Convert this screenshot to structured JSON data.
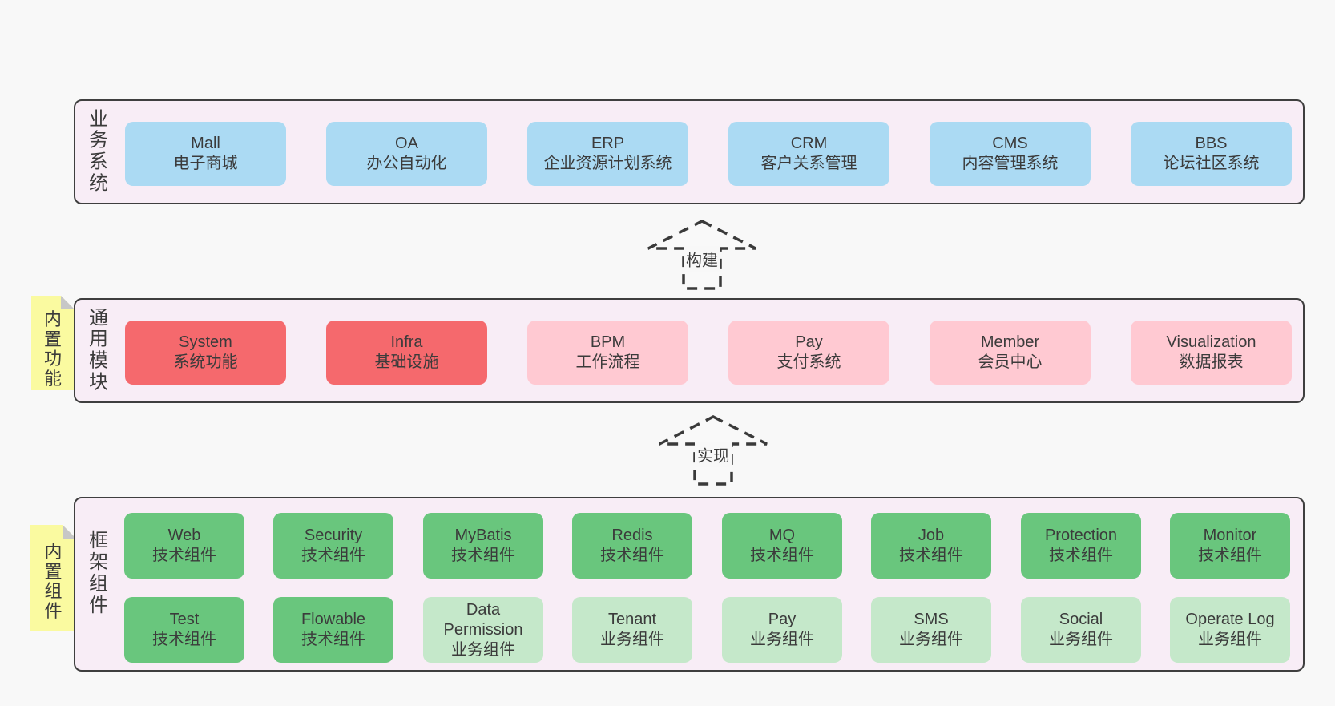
{
  "colors": {
    "page_bg": "#f8f8f8",
    "band_bg": "#f8edf6",
    "band_border": "#3f3f3f",
    "blue": "#abdaf3",
    "red": "#f5696d",
    "pink": "#ffc9d2",
    "green": "#69c67d",
    "light_green": "#c5e8ca",
    "tab_yellow": "#fafaa0",
    "fold_gray": "#c7c7c7",
    "text": "#3b3b3b"
  },
  "arrows": [
    {
      "label": "构建"
    },
    {
      "label": "实现"
    }
  ],
  "bands": [
    {
      "label": "业务系统",
      "boxes": [
        {
          "title": "Mall",
          "subtitle": "电子商城"
        },
        {
          "title": "OA",
          "subtitle": "办公自动化"
        },
        {
          "title": "ERP",
          "subtitle": "企业资源计划系统"
        },
        {
          "title": "CRM",
          "subtitle": "客户关系管理"
        },
        {
          "title": "CMS",
          "subtitle": "内容管理系统"
        },
        {
          "title": "BBS",
          "subtitle": "论坛社区系统"
        }
      ]
    },
    {
      "label": "通用模块",
      "tab": "内置功能",
      "boxes": [
        {
          "title": "System",
          "subtitle": "系统功能"
        },
        {
          "title": "Infra",
          "subtitle": "基础设施"
        },
        {
          "title": "BPM",
          "subtitle": "工作流程"
        },
        {
          "title": "Pay",
          "subtitle": "支付系统"
        },
        {
          "title": "Member",
          "subtitle": "会员中心"
        },
        {
          "title": "Visualization",
          "subtitle": "数据报表"
        }
      ]
    },
    {
      "label": "框架组件",
      "tab": "内置组件",
      "rows": [
        [
          {
            "title": "Web",
            "subtitle": "技术组件"
          },
          {
            "title": "Security",
            "subtitle": "技术组件"
          },
          {
            "title": "MyBatis",
            "subtitle": "技术组件"
          },
          {
            "title": "Redis",
            "subtitle": "技术组件"
          },
          {
            "title": "MQ",
            "subtitle": "技术组件"
          },
          {
            "title": "Job",
            "subtitle": "技术组件"
          },
          {
            "title": "Protection",
            "subtitle": "技术组件"
          },
          {
            "title": "Monitor",
            "subtitle": "技术组件"
          }
        ],
        [
          {
            "title": "Test",
            "subtitle": "技术组件"
          },
          {
            "title": "Flowable",
            "subtitle": "技术组件"
          },
          {
            "title": "Data Permission",
            "subtitle": "业务组件"
          },
          {
            "title": "Tenant",
            "subtitle": "业务组件"
          },
          {
            "title": "Pay",
            "subtitle": "业务组件"
          },
          {
            "title": "SMS",
            "subtitle": "业务组件"
          },
          {
            "title": "Social",
            "subtitle": "业务组件"
          },
          {
            "title": "Operate Log",
            "subtitle": "业务组件"
          }
        ]
      ]
    }
  ]
}
